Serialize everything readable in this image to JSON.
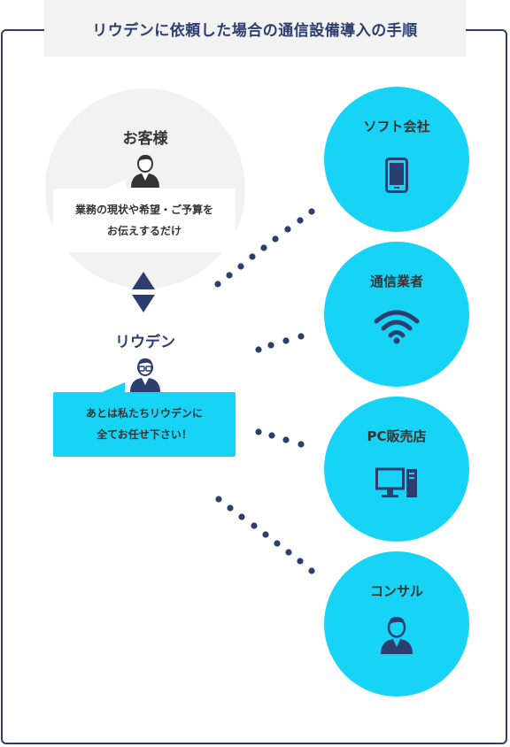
{
  "title": "リウデンに依頼した場合の通信設備導入の手順",
  "customer": {
    "label": "お客様",
    "line1": "業務の現状や希望・ご予算を",
    "line2": "お伝えするだけ"
  },
  "riuden": {
    "label": "リウデン",
    "line1": "あとは私たちリウデンに",
    "line2": "全てお任せ下さい！"
  },
  "partners": [
    {
      "label": "ソフト会社",
      "icon": "smartphone-icon"
    },
    {
      "label": "通信業者",
      "icon": "wifi-icon"
    },
    {
      "label": "PC販売店",
      "icon": "desktop-pc-icon"
    },
    {
      "label": "コンサル",
      "icon": "consultant-person-icon"
    }
  ],
  "colors": {
    "navy": "#2c3e70",
    "cyan": "#17d4f7",
    "gray": "#f2f2f2"
  }
}
